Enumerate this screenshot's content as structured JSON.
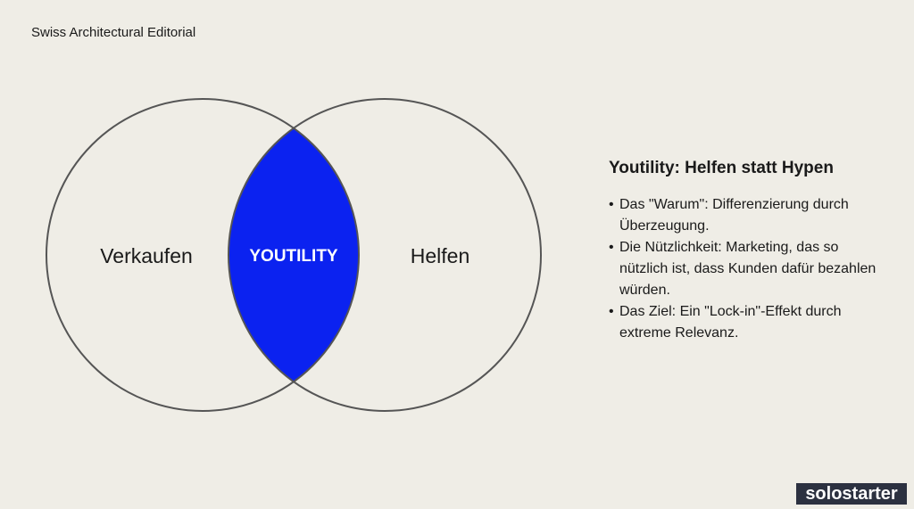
{
  "title": "Swiss Architectural Editorial",
  "venn": {
    "left_label": "Verkaufen",
    "right_label": "Helfen",
    "intersection_label": "YOUTILITY",
    "intersection_color": "#0b22f0"
  },
  "panel": {
    "heading": "Youtility: Helfen statt Hypen",
    "bullets": [
      "Das \"Warum\": Differenzierung durch Überzeugung.",
      "Die Nützlichkeit: Marketing, das so nützlich ist, dass Kunden dafür bezahlen würden.",
      "Das Ziel: Ein \"Lock-in\"-Effekt durch extreme Relevanz."
    ]
  },
  "logo": {
    "text": "solostarter"
  }
}
